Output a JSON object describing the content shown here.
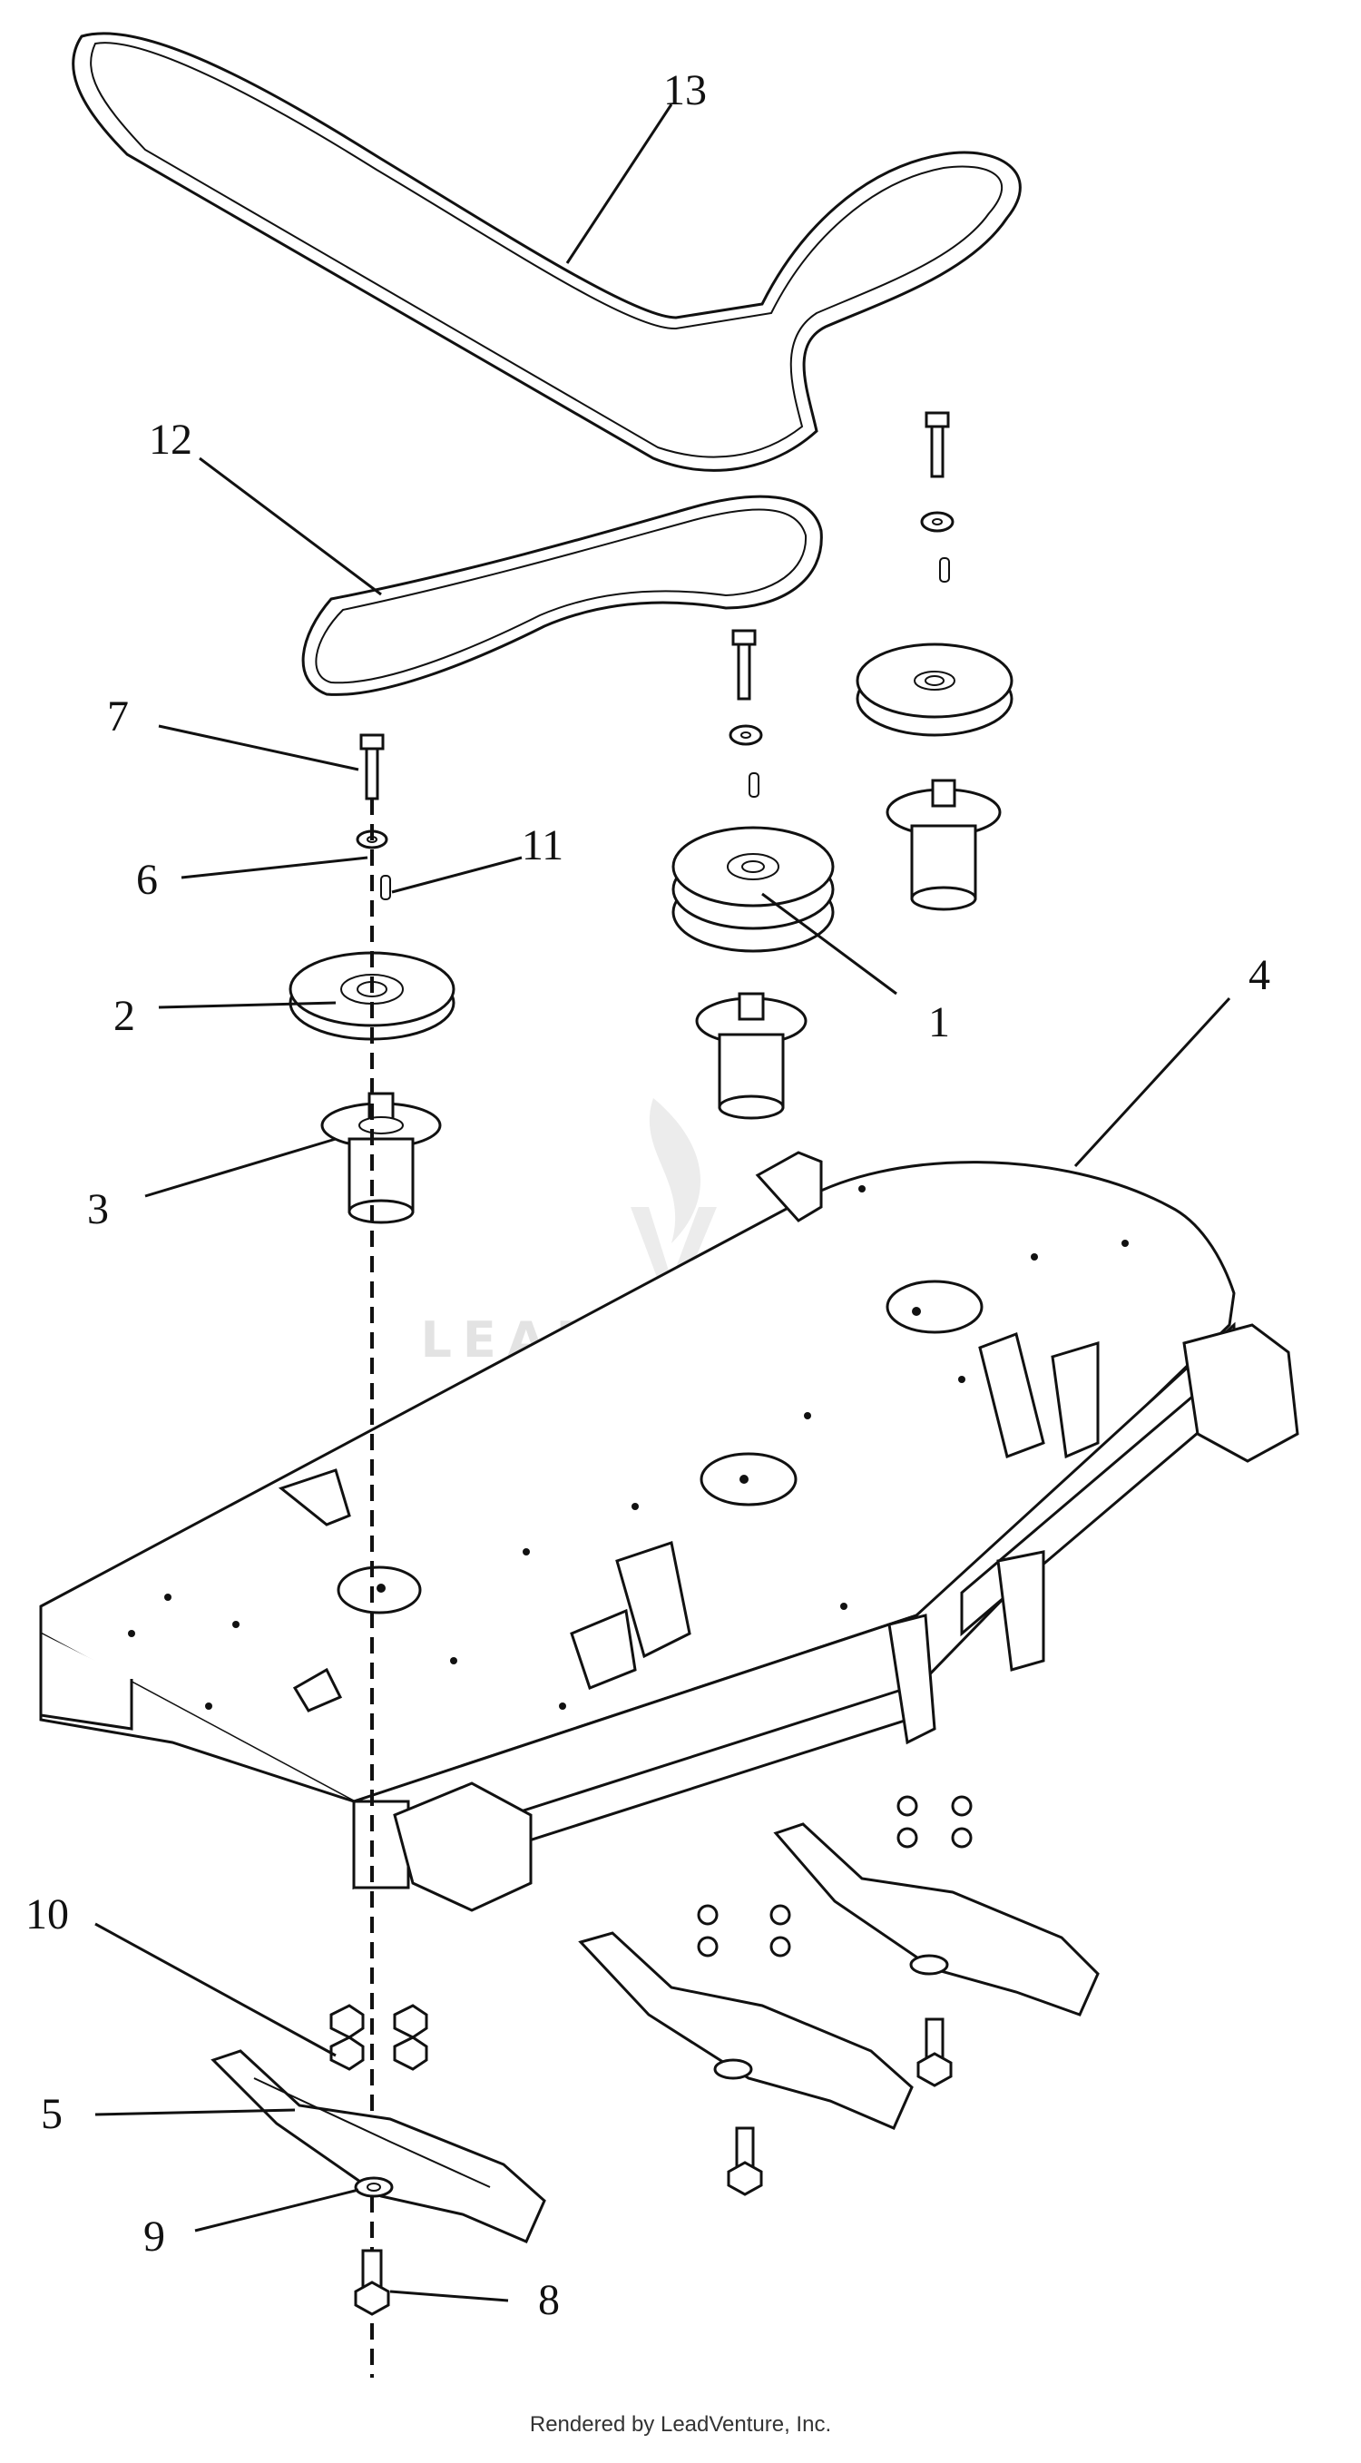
{
  "diagram": {
    "callouts": [
      {
        "id": "13",
        "text": "13"
      },
      {
        "id": "12",
        "text": "12"
      },
      {
        "id": "7",
        "text": "7"
      },
      {
        "id": "6",
        "text": "6"
      },
      {
        "id": "11",
        "text": "11"
      },
      {
        "id": "2",
        "text": "2"
      },
      {
        "id": "1",
        "text": "1"
      },
      {
        "id": "4",
        "text": "4"
      },
      {
        "id": "3",
        "text": "3"
      },
      {
        "id": "10",
        "text": "10"
      },
      {
        "id": "5",
        "text": "5"
      },
      {
        "id": "9",
        "text": "9"
      },
      {
        "id": "8",
        "text": "8"
      }
    ],
    "watermark": "LEADVENTURE"
  },
  "footer": {
    "text": "Rendered by LeadVenture, Inc."
  }
}
